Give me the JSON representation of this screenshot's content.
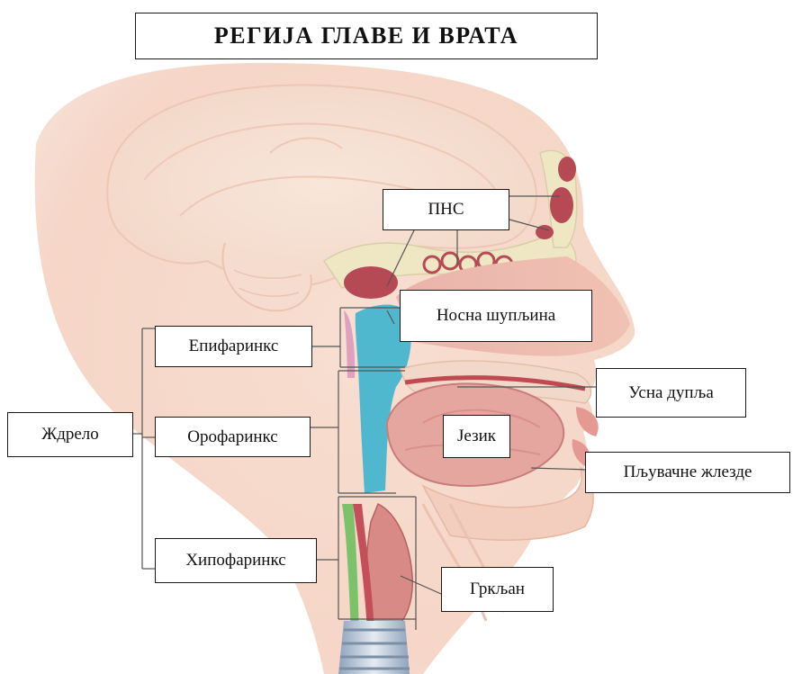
{
  "title": "РЕГИЈА ГЛАВЕ И ВРАТА",
  "labels": {
    "pns": "ПНС",
    "nasal_cavity": "Носна шупљина",
    "epipharynx": "Епифаринкс",
    "pharynx": "Ждрело",
    "oropharynx": "Орофаринкс",
    "hypopharynx": "Хипофаринкс",
    "oral_cavity": "Усна дупља",
    "tongue": "Језик",
    "salivary_glands": "Пљувачне жлезде",
    "larynx": "Гркљан"
  },
  "colors": {
    "skin": "#f3cfc0",
    "brain": "#f6e2d6",
    "bone": "#efe6c4",
    "mucosa": "#d9848a",
    "nasopharynx_blue": "#4fb8cf",
    "hypopharynx_green": "#7cc26a",
    "trachea": "#b9c6d6"
  }
}
